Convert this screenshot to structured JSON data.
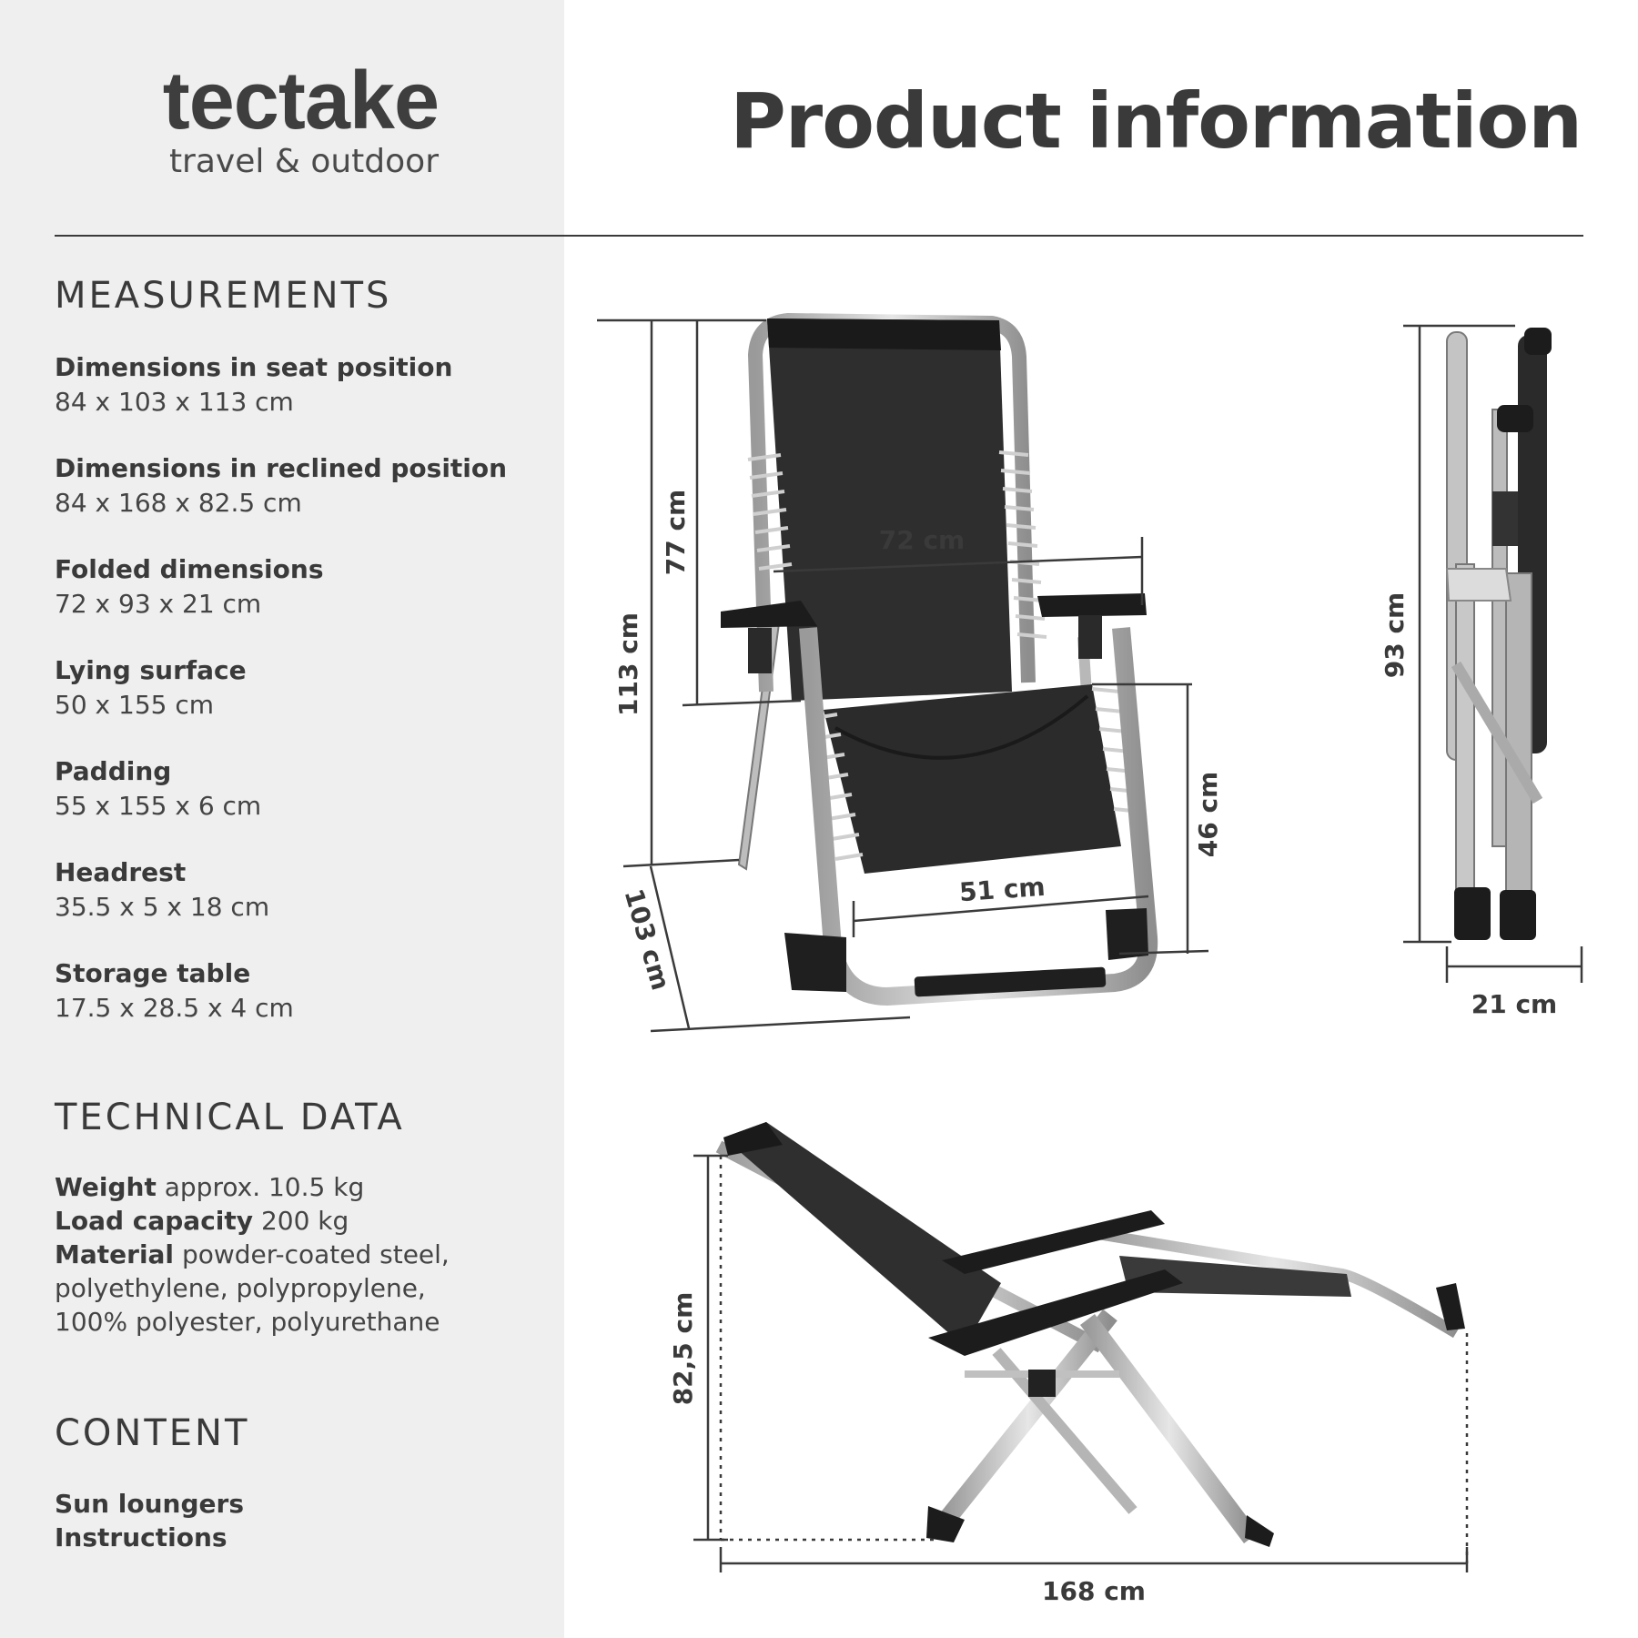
{
  "brand": {
    "name": "tectake",
    "tagline": "travel & outdoor"
  },
  "title": "Product information",
  "measurements": {
    "heading": "MEASUREMENTS",
    "items": [
      {
        "label": "Dimensions in seat position",
        "value": "84 x 103 x 113 cm"
      },
      {
        "label": "Dimensions in reclined position",
        "value": "84 x 168 x 82.5 cm"
      },
      {
        "label": "Folded dimensions",
        "value": "72 x 93 x 21 cm"
      },
      {
        "label": "Lying surface",
        "value": "50 x 155 cm"
      },
      {
        "label": "Padding",
        "value": "55 x 155 x 6 cm"
      },
      {
        "label": "Headrest",
        "value": "35.5 x 5 x 18 cm"
      },
      {
        "label": "Storage table",
        "value": "17.5 x 28.5 x 4 cm"
      }
    ]
  },
  "technical": {
    "heading": "TECHNICAL DATA",
    "weight_label": "Weight",
    "weight_value": "approx. 10.5 kg",
    "load_label": "Load capacity",
    "load_value": "200 kg",
    "material_label": "Material",
    "material_value_1": "powder-coated steel,",
    "material_value_2": "polyethylene, polypropylene,",
    "material_value_3": "100% polyester, polyurethane"
  },
  "content": {
    "heading": "CONTENT",
    "items": [
      "Sun loungers",
      "Instructions"
    ]
  },
  "dimensions": {
    "height_total": "113 cm",
    "height_back": "77 cm",
    "width_back": "72 cm",
    "seat_height": "46 cm",
    "seat_width": "51 cm",
    "depth": "103 cm",
    "folded_height": "93 cm",
    "folded_depth": "21 cm",
    "reclined_height": "82,5 cm",
    "reclined_length": "168 cm"
  }
}
